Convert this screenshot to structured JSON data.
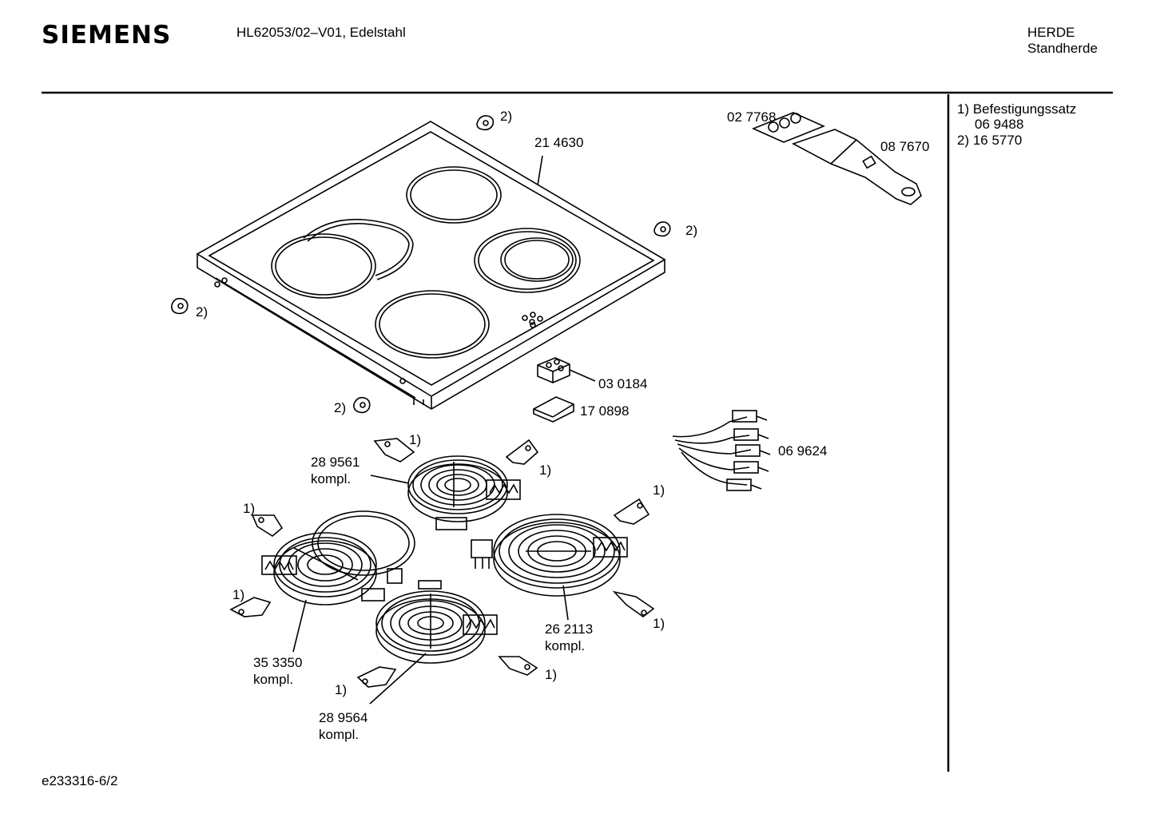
{
  "header": {
    "brand": "SIEMENS",
    "model": "HL62053/02–V01, Edelstahl",
    "category": "HERDE",
    "subcategory": "Standherde"
  },
  "legend": {
    "l1": "1) Befestigungssatz",
    "l2": "06 9488",
    "l3": "2) 16 5770"
  },
  "parts": {
    "p214630": "21 4630",
    "p027768": "02 7768",
    "p087670": "08 7670",
    "p030184": "03 0184",
    "p170898": "17 0898",
    "p069624": "06 9624",
    "p289561": "28 9561",
    "p289561k": "kompl.",
    "p262113": "26 2113",
    "p262113k": "kompl.",
    "p353350": "35 3350",
    "p353350k": "kompl.",
    "p289564": "28 9564",
    "p289564k": "kompl."
  },
  "refs": {
    "r2": "2)",
    "r1": "1)"
  },
  "footer": {
    "code": "e233316-6/2"
  }
}
